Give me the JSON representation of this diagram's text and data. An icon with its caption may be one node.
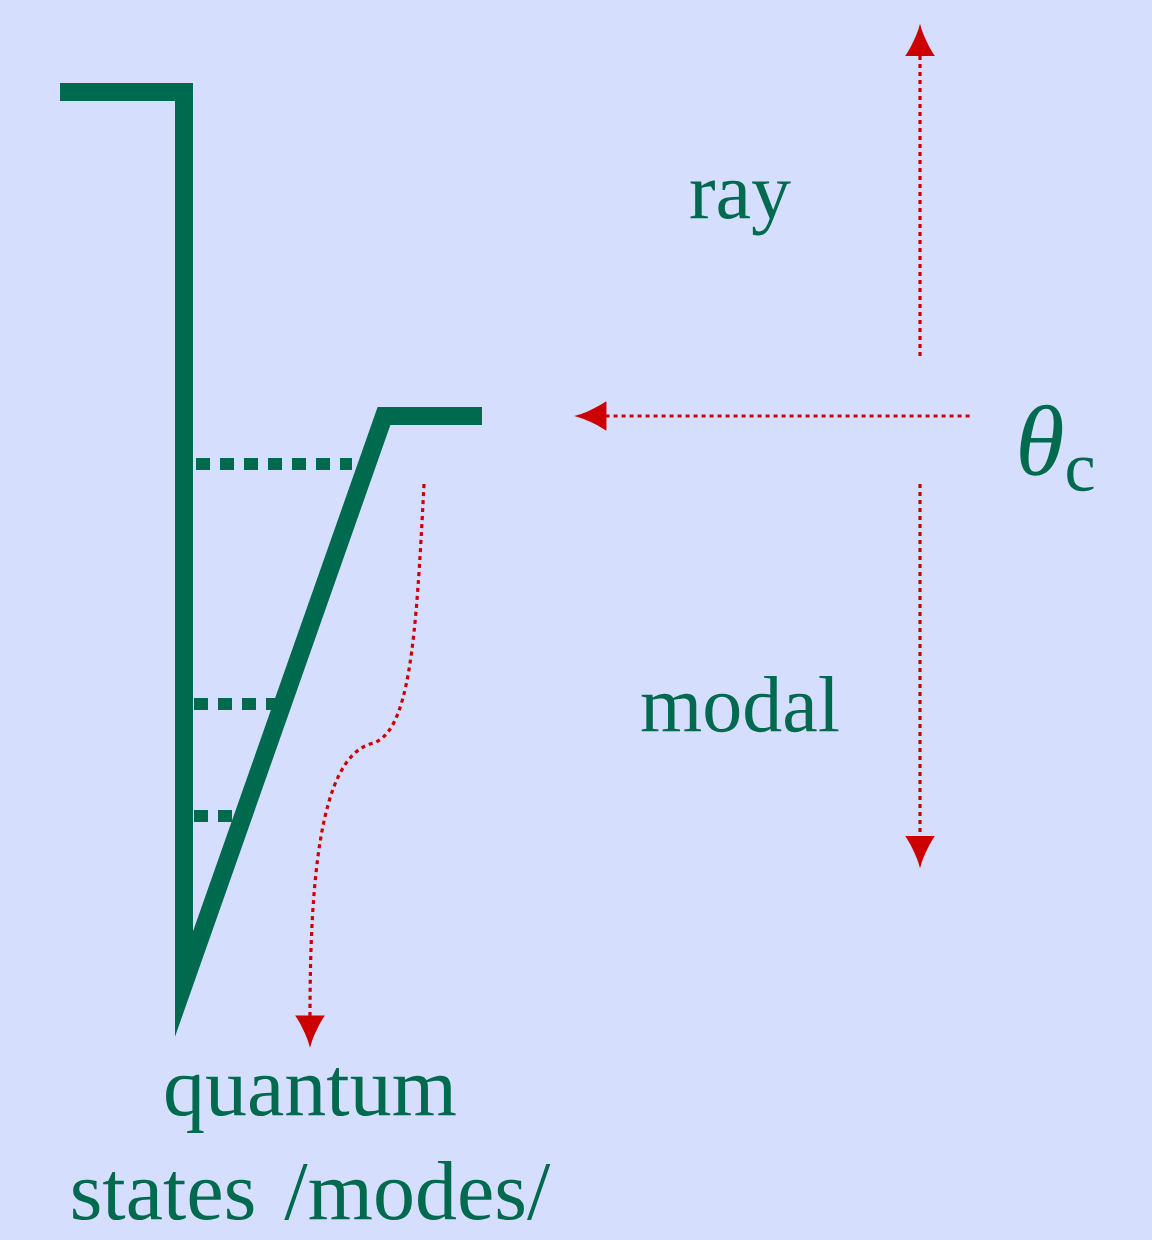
{
  "diagram": {
    "nodes": [
      {
        "text": [],
        "shape": "bar"
      },
      {
        "text": [
          "*θ*$_{c}$"
        ]
      },
      {
        "text": [
          "quantum states /modes/"
        ]
      }
    ],
    "edges": [
      {
        "from": 1,
        "to": 0,
        "arrow": "to"
      },
      {
        "from": null,
        "to": 2,
        "arrow": "to"
      }
    ],
    "labels": [
      "ray",
      "modal"
    ]
  }
}
